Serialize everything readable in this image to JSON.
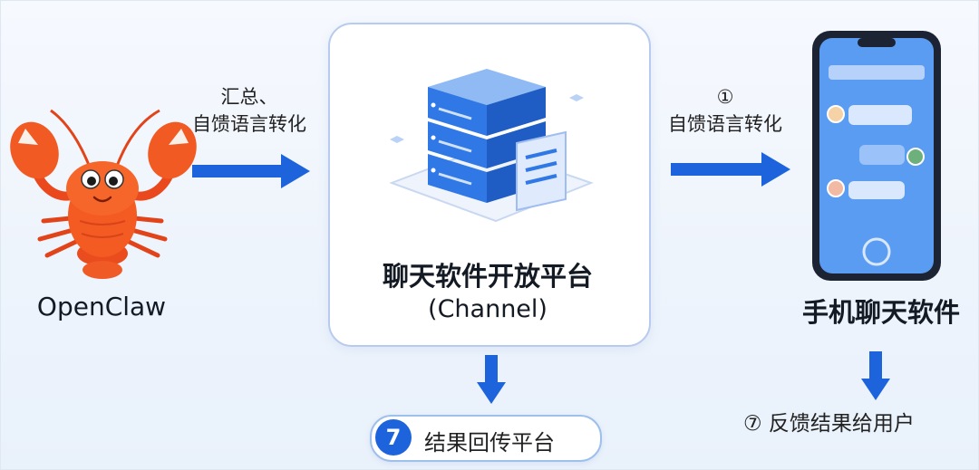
{
  "nodes": {
    "openclaw": {
      "label": "OpenClaw"
    },
    "channel": {
      "title": "聊天软件开放平台",
      "subtitle": "(Channel)"
    },
    "phone": {
      "label": "手机聊天软件"
    }
  },
  "edges": {
    "openclaw_to_channel": {
      "line1": "汇总、",
      "line2": "自馈语言转化"
    },
    "channel_to_phone": {
      "line1": "①",
      "line2": "自馈语言转化"
    }
  },
  "steps": {
    "return_to_platform": {
      "number": "7",
      "text": "结果回传平台"
    },
    "feedback_to_user": {
      "text": "⑦ 反馈结果给用户"
    }
  },
  "colors": {
    "arrow": "#1d64dc",
    "lobster": "#f04e1f",
    "server": "#2f78e6",
    "phone_screen": "#5a9cf2"
  },
  "icons": [
    "lobster-icon",
    "server-icon",
    "document-icon",
    "smartphone-icon"
  ]
}
